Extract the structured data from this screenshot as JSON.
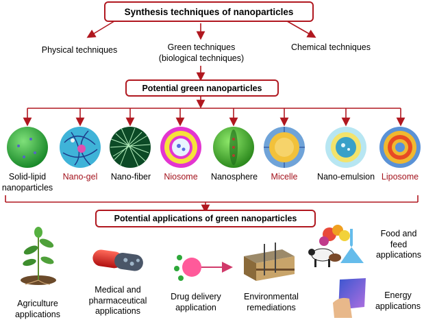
{
  "title": "Synthesis techniques of nanoparticles",
  "techniques": {
    "physical": "Physical techniques",
    "green_line1": "Green techniques",
    "green_line2": "(biological techniques)",
    "chemical": "Chemical techniques"
  },
  "potential_green": "Potential green nanoparticles",
  "nanoparticles": [
    {
      "line1": "Solid-lipid",
      "line2": "nanoparticles",
      "highlight": false
    },
    {
      "line1": "Nano-gel",
      "line2": "",
      "highlight": true
    },
    {
      "line1": "Nano-fiber",
      "line2": "",
      "highlight": false
    },
    {
      "line1": "Niosome",
      "line2": "",
      "highlight": true
    },
    {
      "line1": "Nanosphere",
      "line2": "",
      "highlight": false
    },
    {
      "line1": "Micelle",
      "line2": "",
      "highlight": true
    },
    {
      "line1": "Nano-emulsion",
      "line2": "",
      "highlight": false
    },
    {
      "line1": "Liposome",
      "line2": "",
      "highlight": true
    }
  ],
  "applications_title": "Potential applications of green nanoparticles",
  "applications": {
    "agriculture": {
      "line1": "Agriculture",
      "line2": "applications"
    },
    "medical": {
      "line1": "Medical and",
      "line2": "pharmaceutical",
      "line3": "applications"
    },
    "drug": {
      "line1": "Drug delivery",
      "line2": "application"
    },
    "environment": {
      "line1": "Environmental",
      "line2": "remediations"
    },
    "food": {
      "line1": "Food and",
      "line2": "feed",
      "line3": "applications"
    },
    "energy": {
      "line1": "Energy",
      "line2": "applications"
    }
  },
  "colors": {
    "accent": "#a3121c",
    "arrow": "#b0171f"
  }
}
